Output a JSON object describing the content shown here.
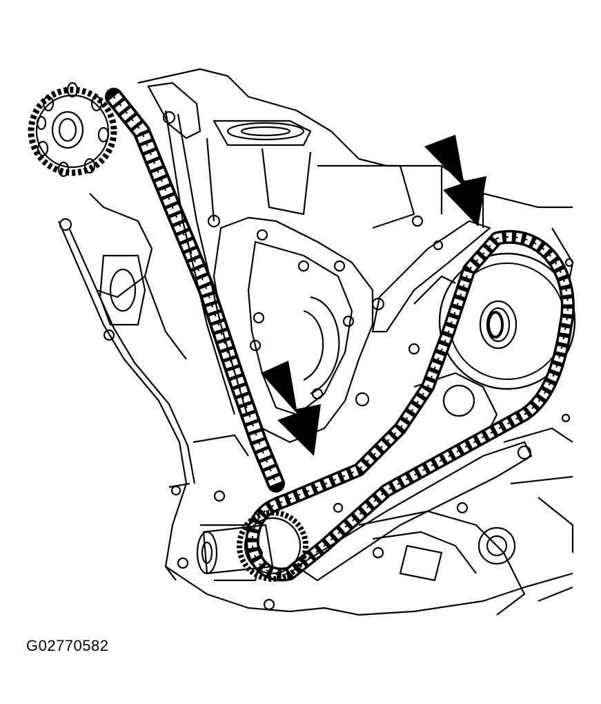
{
  "figure": {
    "id_label": "G02770582"
  },
  "colors": {
    "ink": "#000000",
    "paper": "#ffffff"
  },
  "callouts": [
    {
      "name": "upper-right-arrow",
      "points_to": "camshaft-sprocket-timing-mark"
    },
    {
      "name": "lower-center-arrow",
      "points_to": "crankshaft-sprocket-timing-mark"
    }
  ]
}
